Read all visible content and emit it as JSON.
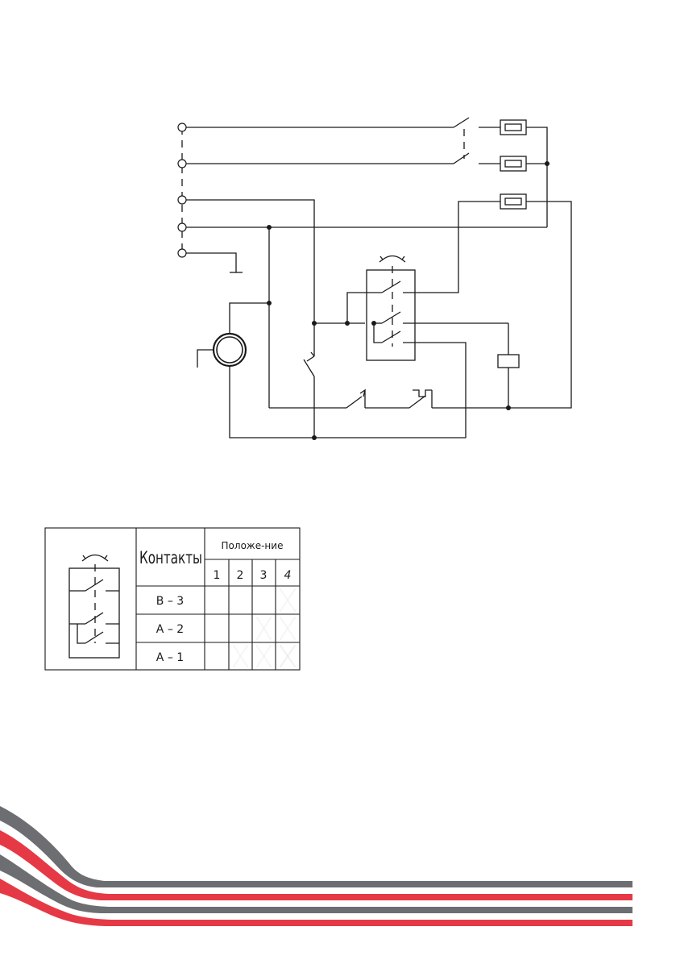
{
  "table": {
    "header_contacts": "Контакты",
    "header_position": "Положе-ние",
    "positions": [
      "1",
      "2",
      "3",
      "4"
    ],
    "rows": [
      {
        "contact": "В – 3",
        "marks": [
          false,
          false,
          false,
          true
        ]
      },
      {
        "contact": "А – 2",
        "marks": [
          false,
          false,
          true,
          true
        ]
      },
      {
        "contact": "А – 1",
        "marks": [
          false,
          true,
          true,
          true
        ]
      }
    ]
  },
  "colors": {
    "line": "#1a1a1a",
    "stripe_red": "#e63946",
    "stripe_gray": "#6d6e71"
  }
}
